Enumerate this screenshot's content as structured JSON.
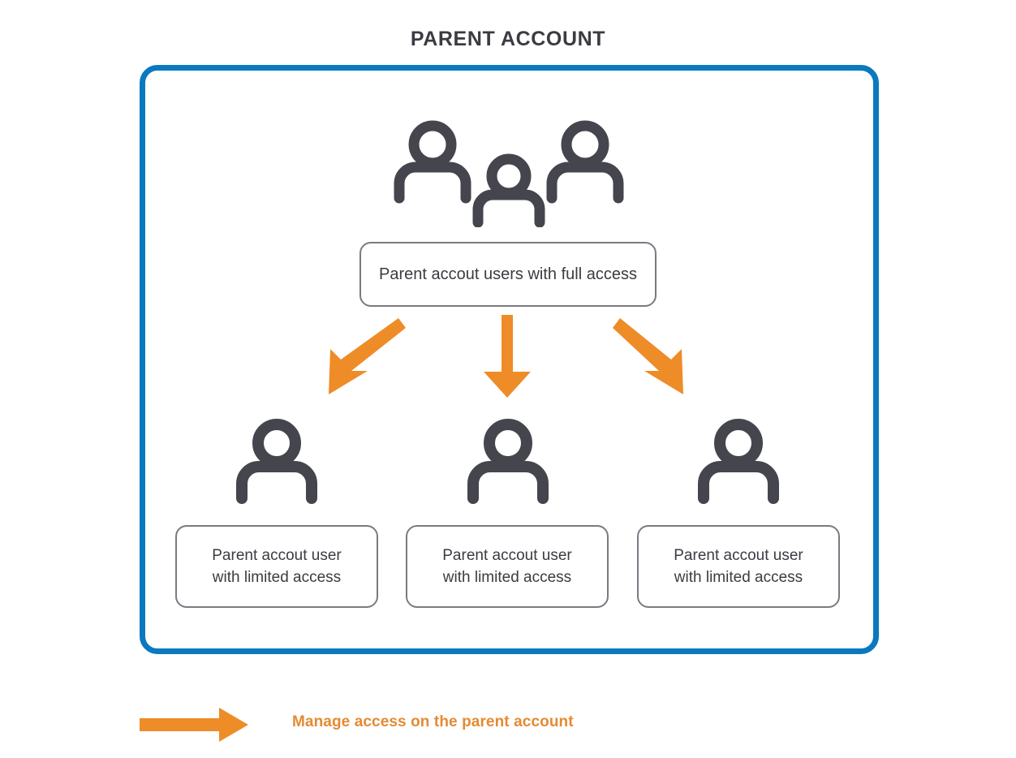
{
  "page": {
    "title": "PARENT ACCOUNT",
    "background": "#ffffff"
  },
  "colors": {
    "container_border": "#0a79bf",
    "arrow_orange": "#ee8c28",
    "legend_text": "#e58a33",
    "box_border": "#7a7a82",
    "text_dark": "#3b3b42",
    "icon_dark": "#45454d"
  },
  "container": {
    "name": "parent-account-container",
    "border_color": "#0a79bf"
  },
  "top_group": {
    "icon": "three-people-icon",
    "label": "Parent accout users with full access"
  },
  "arrows": [
    {
      "name": "arrow-down-left",
      "direction": "down-left",
      "color": "#ee8c28"
    },
    {
      "name": "arrow-down",
      "direction": "down",
      "color": "#ee8c28"
    },
    {
      "name": "arrow-down-right",
      "direction": "down-right",
      "color": "#ee8c28"
    }
  ],
  "children": [
    {
      "icon": "person-icon",
      "label_line_1": "Parent accout user",
      "label_line_2": "with limited access"
    },
    {
      "icon": "person-icon",
      "label_line_1": "Parent accout user",
      "label_line_2": "with limited access"
    },
    {
      "icon": "person-icon",
      "label_line_1": "Parent accout user",
      "label_line_2": "with limited access"
    }
  ],
  "legend": {
    "icon": "right-arrow-icon",
    "label": "Manage access on the parent account",
    "color": "#e58a33"
  }
}
